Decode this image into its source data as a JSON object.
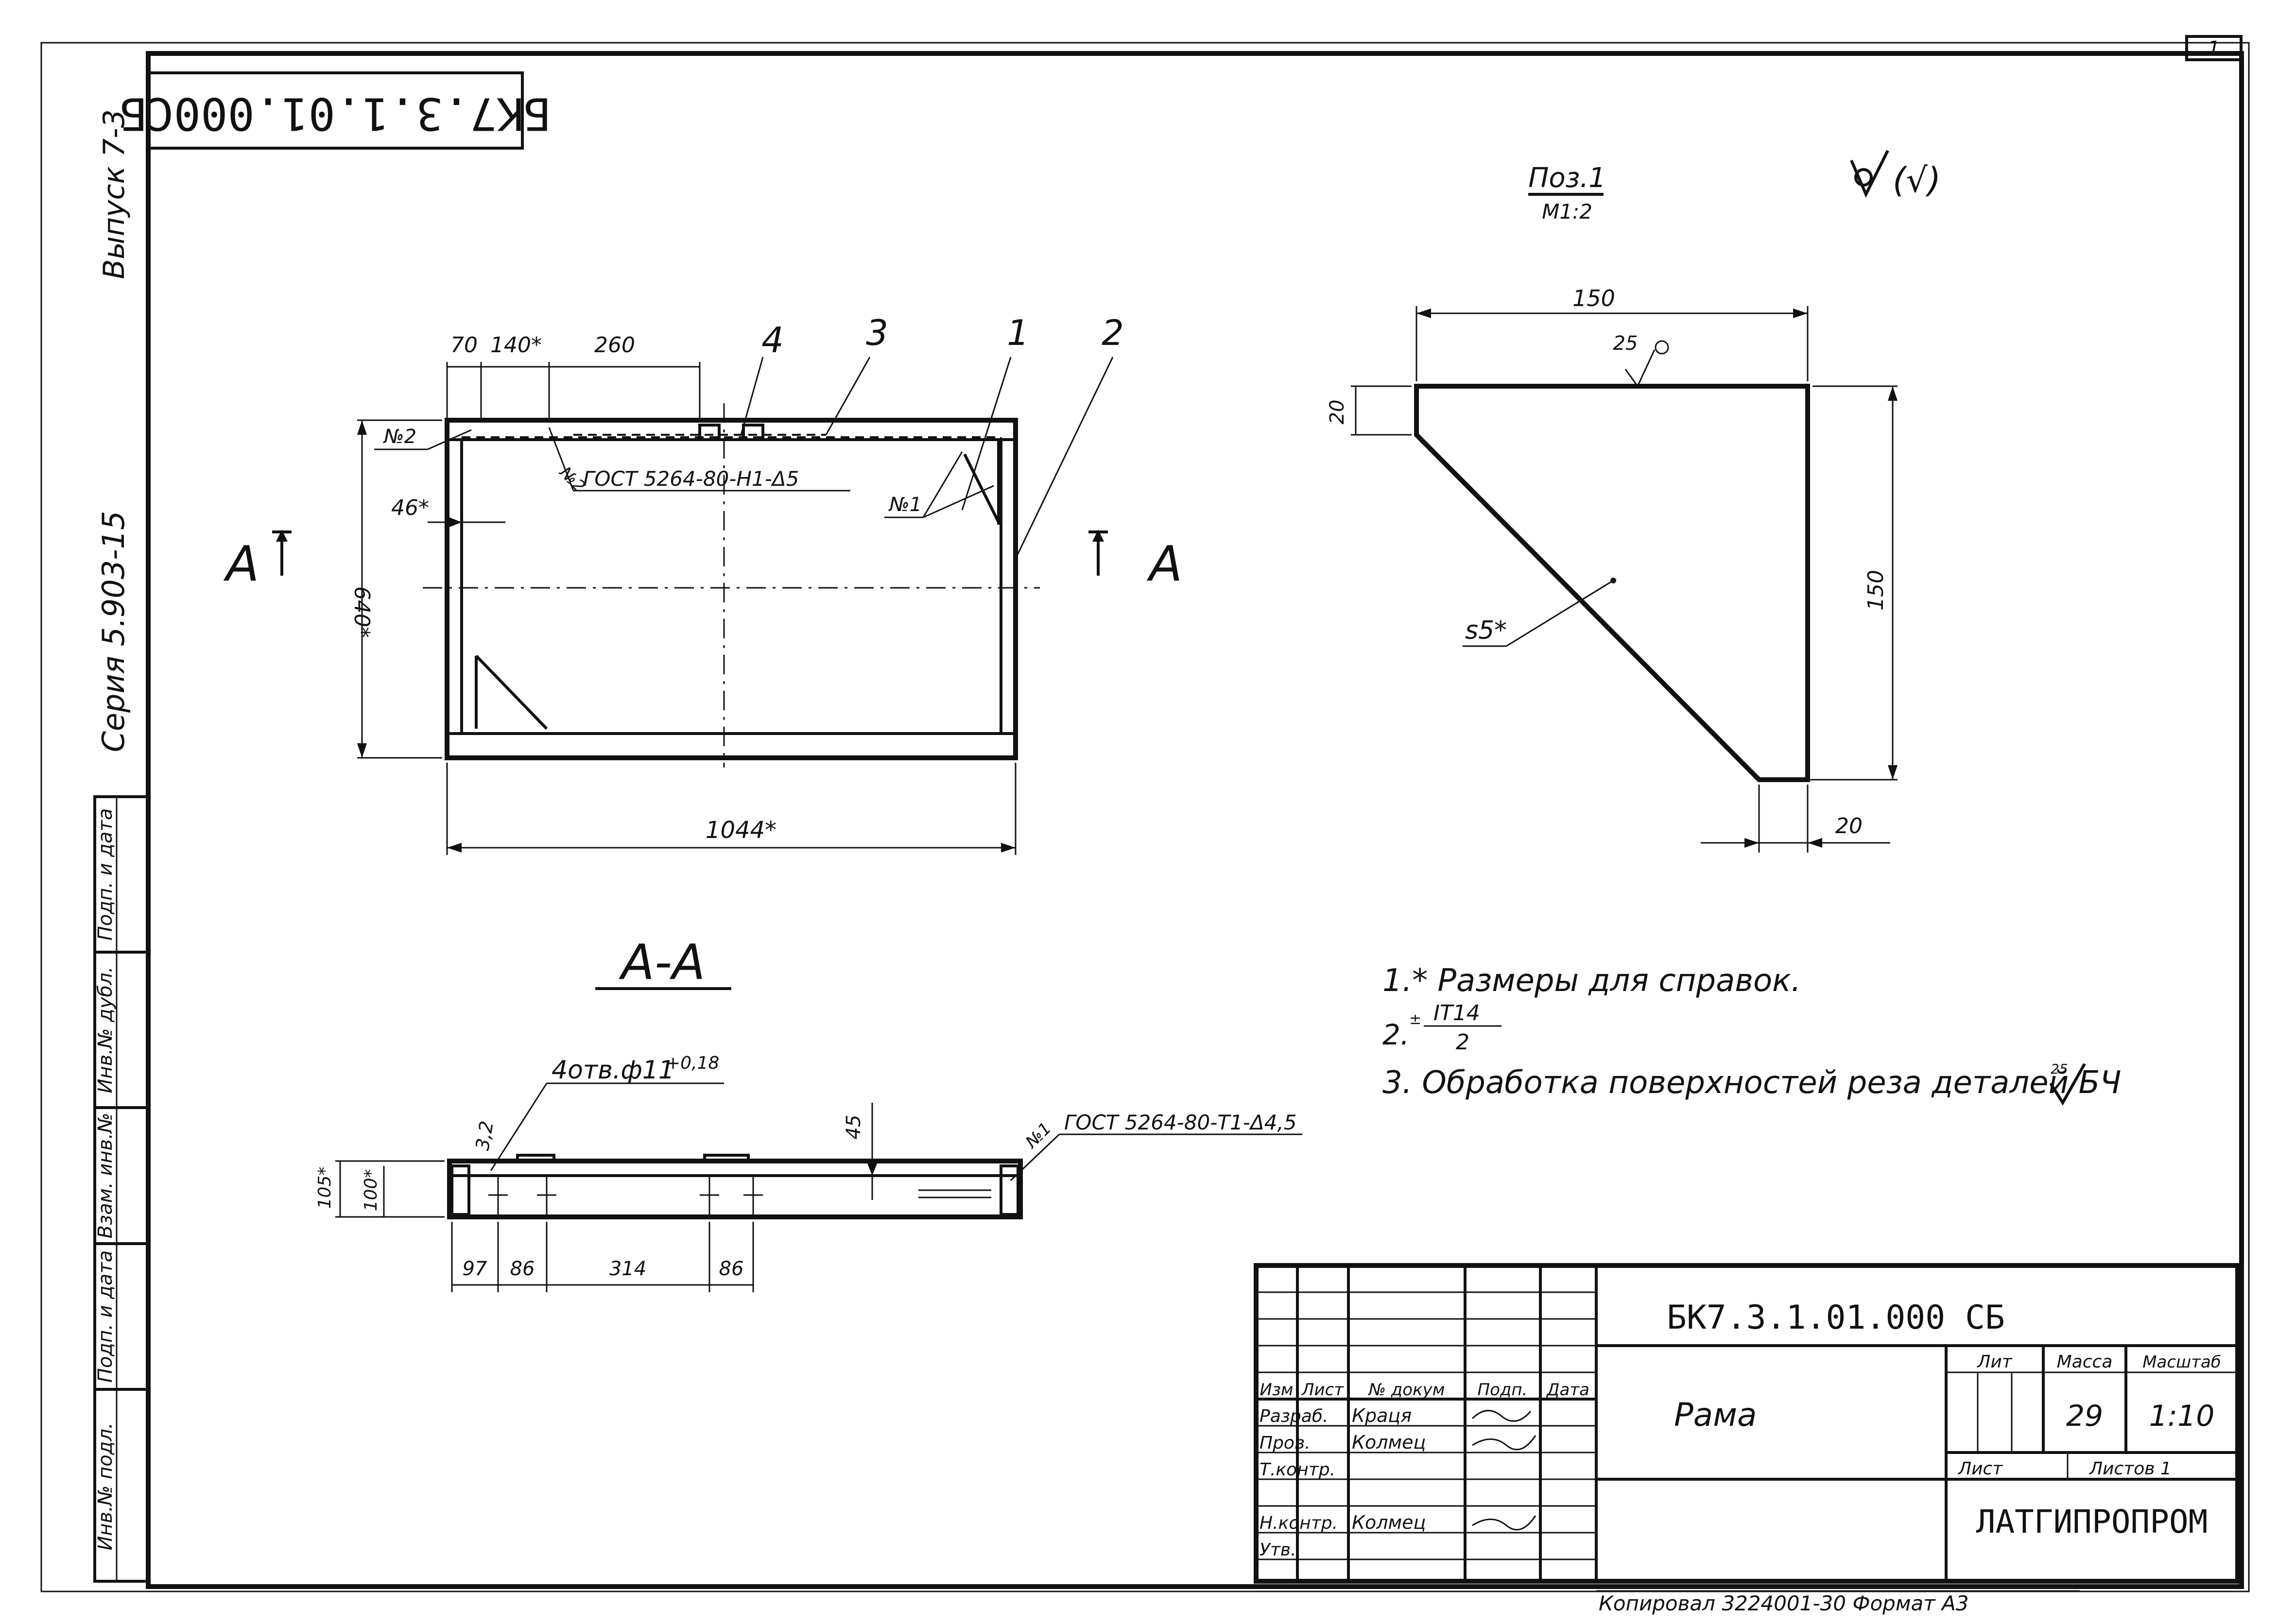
{
  "sheet": {
    "code_rotated": "БК7.3.1.01.000СБ",
    "sheet_number": "1",
    "copy_note": "Копировал 3224001-30   Формат А3"
  },
  "left_margin": {
    "issue": "Выпуск 7-3",
    "series": "Серия 5.903-15",
    "fields": [
      "Инв.№ подл.",
      "Подп. и дата",
      "Взам. инв.№",
      "Инв.№ дубл.",
      "Подп. и дата"
    ]
  },
  "main_view": {
    "dims": {
      "d70": "70",
      "d140": "140*",
      "d260": "260",
      "d46": "46*",
      "d640": "640*",
      "d1044": "1044*"
    },
    "positions": [
      "4",
      "3",
      "1",
      "2"
    ],
    "weld_no2": "№2",
    "weld_no2b": "№2",
    "weld_no1": "№1",
    "gost": "ГОСТ 5264-80-Н1-Δ5",
    "section_left": "А",
    "section_right": "А"
  },
  "section_aa": {
    "title": "А-А",
    "holes": "4отв.ф11",
    "holes_tol": "+0,18",
    "roughness": "3,2",
    "weld_no1": "№1",
    "gost": "ГОСТ 5264-80-Т1-Δ4,5",
    "dims": {
      "d45": "45",
      "d105": "105*",
      "d100": "100*",
      "d97": "97",
      "d86a": "86",
      "d314": "314",
      "d86b": "86"
    }
  },
  "detail": {
    "title": "Поз.1",
    "scale": "М1:2",
    "roughness_general": "(√)",
    "dims": {
      "d150top": "150",
      "d150right": "150",
      "d20left": "20",
      "d20bottom": "20",
      "r25": "25",
      "s5": "s5*"
    }
  },
  "notes": {
    "n1": "1.* Размеры для справок.",
    "n2_prefix": "2.",
    "n2_num": "IT14",
    "n2_den": "2",
    "n3": "3. Обработка поверхностей реза деталей БЧ"
  },
  "title_block": {
    "designation": "БК7.3.1.01.000 СБ",
    "name": "Рама",
    "headers": [
      "Изм",
      "Лист",
      "№ докум",
      "Подп.",
      "Дата"
    ],
    "rows": [
      {
        "role": "Разраб.",
        "name": "Краця"
      },
      {
        "role": "Пров.",
        "name": "Колмец"
      },
      {
        "role": "Т.контр.",
        "name": ""
      },
      {
        "role": "Н.контр.",
        "name": "Колмец"
      },
      {
        "role": "Утв.",
        "name": ""
      }
    ],
    "lit_label": "Лит",
    "mass_label": "Масса",
    "scale_label": "Масштаб",
    "mass": "29",
    "scale": "1:10",
    "sheet_label": "Лист",
    "sheets_label": "Листов 1",
    "org": "ЛАТГИПРОПРОМ"
  }
}
